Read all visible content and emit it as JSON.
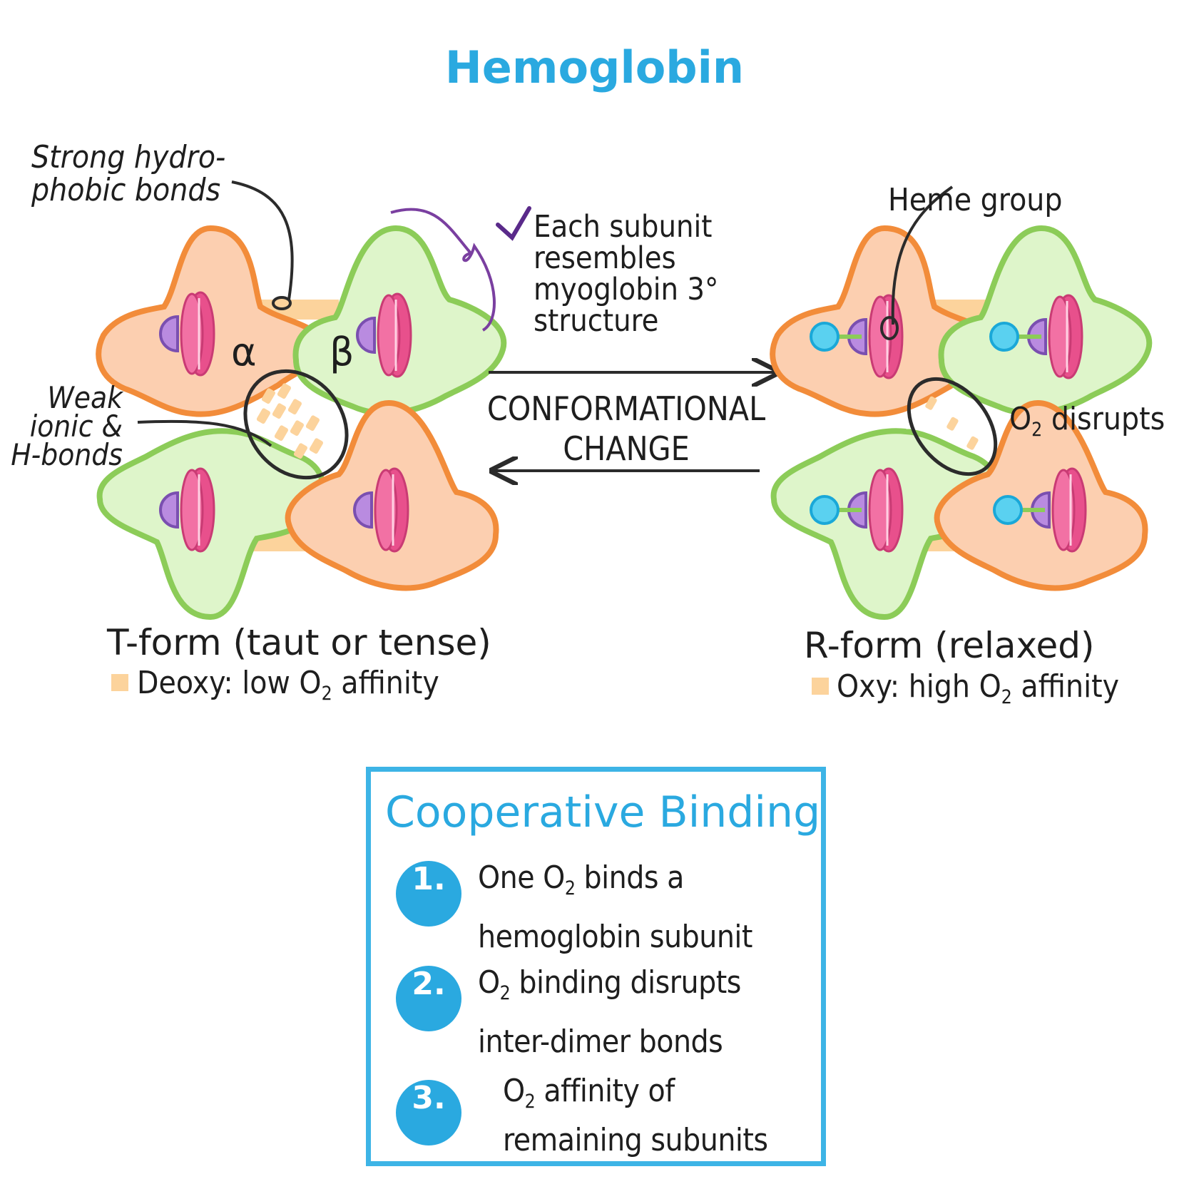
{
  "title": "Hemoglobin",
  "annotations": {
    "hydrophobic_1": "Strong hydro-",
    "hydrophobic_2": "phobic bonds",
    "subunit_1": "Each subunit",
    "subunit_2": "resembles",
    "subunit_3": "myoglobin 3°",
    "subunit_4": "structure",
    "weak_1": "Weak",
    "weak_2": "ionic &",
    "weak_3": "H-bonds",
    "heme": "Heme group",
    "disrupts_o": "O",
    "disrupts_sub": "2",
    "disrupts_rest": "disrupts",
    "alpha": "α",
    "beta": "β",
    "conf_1": "CONFORMATIONAL",
    "conf_2": "CHANGE"
  },
  "t_form": {
    "title": "T-form (taut or tense)",
    "legend_pre": "Deoxy: low O",
    "legend_sub": "2",
    "legend_post": " affinity"
  },
  "r_form": {
    "title": "R-form (relaxed)",
    "legend_pre": "Oxy: high O",
    "legend_sub": "2",
    "legend_post": " affinity"
  },
  "cooperative": {
    "title": "Cooperative Binding",
    "steps": [
      {
        "num": "1.",
        "l1_pre": "One O",
        "l1_sub": "2",
        "l1_post": " binds a",
        "l2": "hemoglobin subunit"
      },
      {
        "num": "2.",
        "l1_pre": "O",
        "l1_sub": "2",
        "l1_post": " binding disrupts",
        "l2": "inter-dimer bonds"
      },
      {
        "num": "3.",
        "arrow": "↑",
        "l1_pre": "O",
        "l1_sub": "2",
        "l1_post": " affinity of",
        "l2": "remaining subunits"
      }
    ]
  },
  "colors": {
    "alpha_fill": "#fccfb0",
    "alpha_stroke": "#f28c3a",
    "beta_fill": "#def5ca",
    "beta_stroke": "#8ccc58",
    "bond": "#fcd39c",
    "heme": "#e8508c",
    "histidine": "#b98be0",
    "oxygen": "#5ad1f0",
    "accent": "#2aa9e0",
    "brace": "#7a3fa0"
  }
}
